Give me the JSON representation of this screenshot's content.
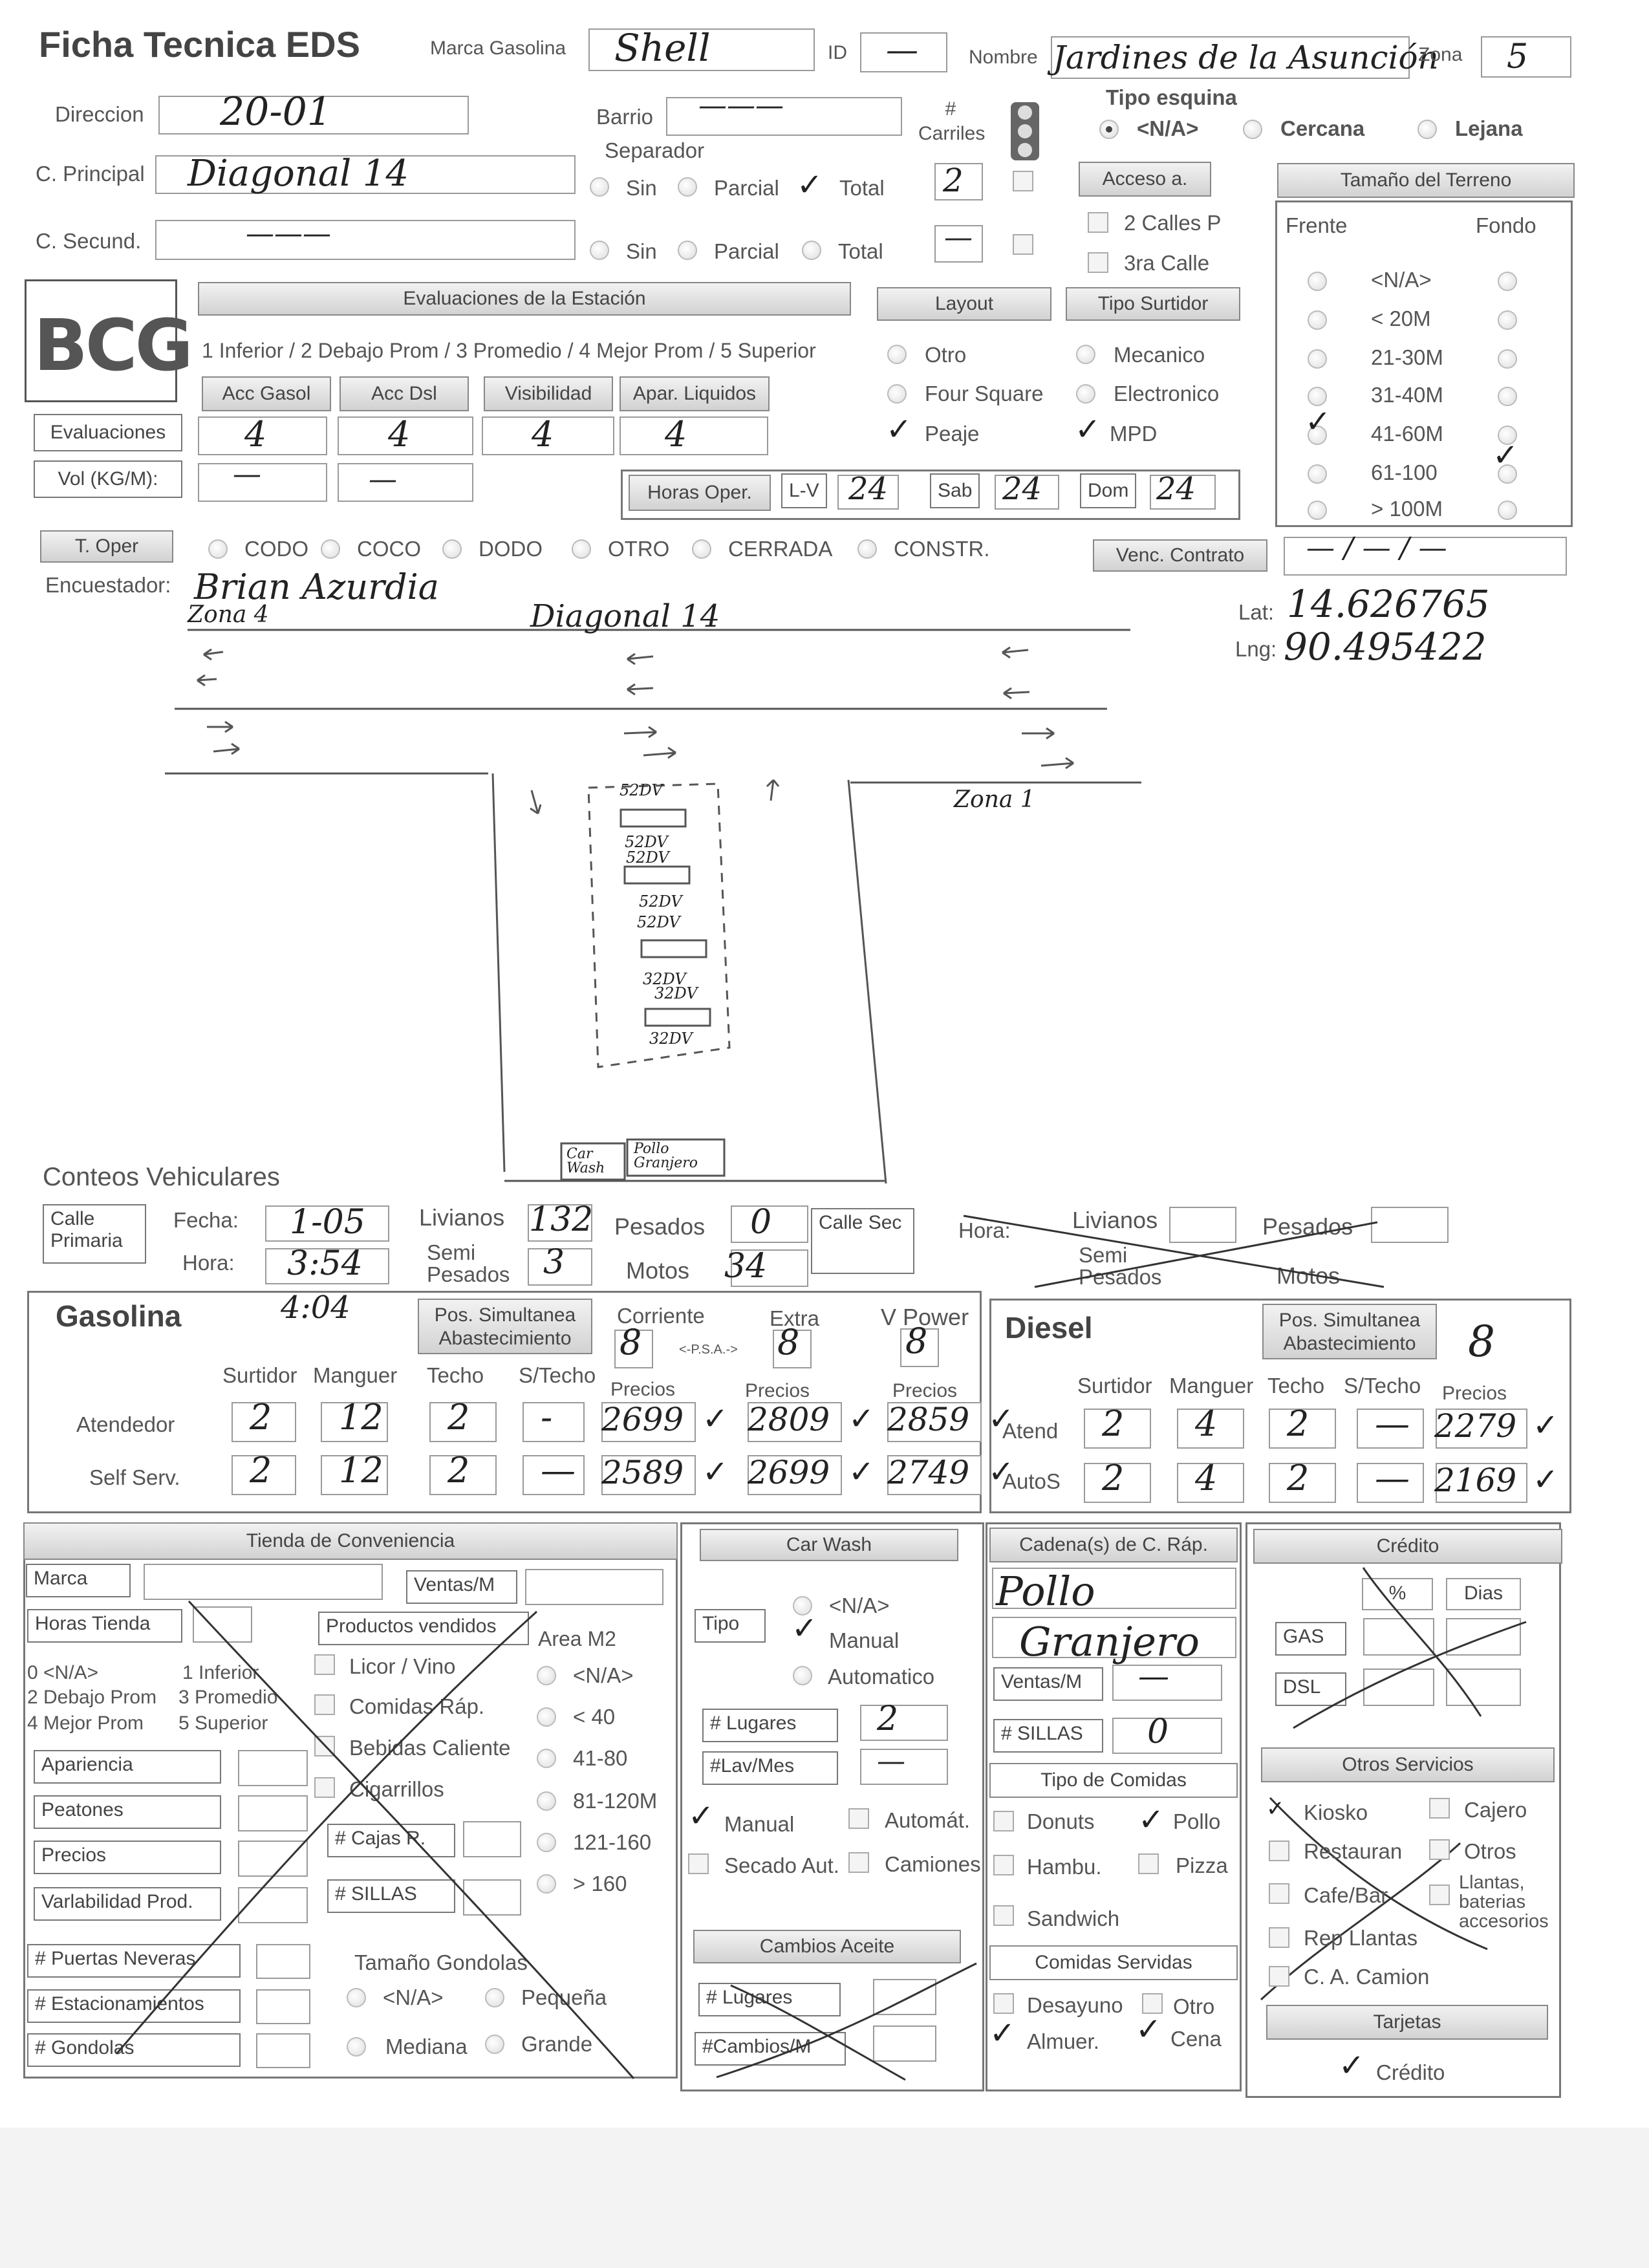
{
  "header": {
    "title": "Ficha Tecnica EDS",
    "marca_label": "Marca Gasolina",
    "marca_value": "Shell",
    "id_label": "ID",
    "id_value": "—",
    "nombre_label": "Nombre",
    "nombre_value": "Jardines de la Asunción",
    "zona_label": "Zona",
    "zona_value": "5"
  },
  "address": {
    "direccion_label": "Direccion",
    "direccion_value": "20-01",
    "barrio_label": "Barrio",
    "barrio_value": "———",
    "carriles_label": "# Carriles",
    "tipo_esquina_label": "Tipo esquina",
    "tipo_esquina_options": [
      "<N/A>",
      "Cercana",
      "Lejana"
    ],
    "separador_label": "Separador",
    "cprincipal_label": "C. Principal",
    "cprincipal_value": "Diagonal 14",
    "csecund_label": "C. Secund.",
    "csecund_value": "———",
    "sep_options": [
      "Sin",
      "Parcial",
      "Total"
    ],
    "carriles_principal": "2",
    "carriles_secund": "—",
    "acceso_label": "Acceso a.",
    "acceso_options": [
      "2 Calles P",
      "3ra Calle"
    ]
  },
  "terreno": {
    "title": "Tamaño del Terreno",
    "frente_label": "Frente",
    "fondo_label": "Fondo",
    "rows": [
      "<N/A>",
      "< 20M",
      "21-30M",
      "31-40M",
      "41-60M",
      "61-100",
      "> 100M"
    ]
  },
  "evaluaciones": {
    "logo": "BCG",
    "title": "Evaluaciones de la Estación",
    "scale": "1 Inferior / 2 Debajo Prom / 3 Promedio / 4 Mejor Prom / 5 Superior",
    "columns": [
      "Acc Gasol",
      "Acc Dsl",
      "Visibilidad",
      "Apar. Liquidos"
    ],
    "row_eval_label": "Evaluaciones",
    "row_eval_values": [
      "4",
      "4",
      "4",
      "4"
    ],
    "row_vol_label": "Vol (KG/M):",
    "row_vol_values": [
      "—",
      "—"
    ]
  },
  "layout": {
    "title": "Layout",
    "options": [
      "Otro",
      "Four Square",
      "Peaje"
    ],
    "surtidor_title": "Tipo Surtidor",
    "surtidor_options": [
      "Mecanico",
      "Electronico",
      "MPD"
    ]
  },
  "horas": {
    "label": "Horas Oper.",
    "lv_label": "L-V",
    "lv_value": "24",
    "sab_label": "Sab",
    "sab_value": "24",
    "dom_label": "Dom",
    "dom_value": "24"
  },
  "operacion": {
    "toper_label": "T. Oper",
    "options": [
      "CODO",
      "COCO",
      "DODO",
      "OTRO",
      "CERRADA",
      "CONSTR."
    ],
    "venc_label": "Venc. Contrato",
    "venc_value": "— / — / —",
    "encuestador_label": "Encuestador:",
    "encuestador_value": "Brian Azurdia",
    "lat_label": "Lat:",
    "lat_value": "14.626765",
    "lng_label": "Lng:",
    "lng_value": "90.495422"
  },
  "sketch": {
    "zona4": "Zona 4",
    "street": "Diagonal 14",
    "zona1": "Zona 1",
    "pumps": [
      "52DV",
      "52DV",
      "52DV",
      "52DV",
      "52DV",
      "32DV",
      "32DV",
      "32DV"
    ],
    "carwash": "Car Wash",
    "pollo": "Pollo Granjero"
  },
  "conteos": {
    "title": "Conteos Vehiculares",
    "calle_primaria": "Calle Primaria",
    "fecha_label": "Fecha:",
    "fecha_value": "1-05",
    "hora_label": "Hora:",
    "hora_value": "3:54",
    "livianos_label": "Livianos",
    "livianos_value": "132",
    "semipesados_label": "Semi Pesados",
    "semipesados_value": "3",
    "pesados_label": "Pesados",
    "pesados_value": "0",
    "motos_label": "Motos",
    "motos_value": "34",
    "calle_sec": "Calle Sec",
    "sec_hora_label": "Hora:",
    "sec_livianos_label": "Livianos",
    "sec_pesados_label": "Pesados",
    "sec_semi_label": "Semi Pesados",
    "sec_motos_label": "Motos"
  },
  "gasolina": {
    "title": "Gasolina",
    "end_time": "4:04",
    "pos_sim": "Pos. Simultanea Abastecimiento",
    "grades": [
      "Corriente",
      "Extra",
      "V Power"
    ],
    "grade_values": [
      "8",
      "8",
      "8"
    ],
    "psa": "<-P.S.A.->",
    "cols": [
      "Surtidor",
      "Manguer",
      "Techo",
      "S/Techo"
    ],
    "precios_label": "Precios",
    "atendedor_label": "Atendedor",
    "atendedor_values": [
      "2",
      "12",
      "2",
      "-"
    ],
    "atendedor_prices": [
      "2699",
      "2809",
      "2859"
    ],
    "self_label": "Self Serv.",
    "self_values": [
      "2",
      "12",
      "2",
      "—"
    ],
    "self_prices": [
      "2589",
      "2699",
      "2749"
    ]
  },
  "diesel": {
    "title": "Diesel",
    "pos_sim": "Pos. Simultanea Abastecimiento",
    "pos_value": "8",
    "cols": [
      "Surtidor",
      "Manguer",
      "Techo",
      "S/Techo"
    ],
    "precios_label": "Precios",
    "atend_label": "Atend",
    "atend_values": [
      "2",
      "4",
      "2",
      "—"
    ],
    "atend_price": "2279",
    "autos_label": "AutoS",
    "autos_values": [
      "2",
      "4",
      "2",
      "—"
    ],
    "autos_price": "2169"
  },
  "tienda": {
    "title": "Tienda de Conveniencia",
    "marca": "Marca",
    "ventas": "Ventas/M",
    "horas": "Horas Tienda",
    "productos": "Productos vendidos",
    "area": "Area M2",
    "scale_lines": [
      "0 <N/A>",
      "1 Inferior",
      "2 Debajo Prom",
      "3 Promedio",
      "4 Mejor Prom",
      "5 Superior"
    ],
    "productos_list": [
      "Licor / Vino",
      "Comidas Ráp.",
      "Bebidas Caliente",
      "Cigarrillos"
    ],
    "area_options": [
      "<N/A>",
      "< 40",
      "41-80",
      "81-120M",
      "121-160",
      "> 160"
    ],
    "eval_items": [
      "Apariencia",
      "Peatones",
      "Precios",
      "Varlabilidad Prod."
    ],
    "cajas": "# Cajas R.",
    "sillas": "# SILLAS",
    "puertas": "# Puertas Neveras",
    "estacionamientos": "# Estacionamientos",
    "gondolas": "# Gondolas",
    "tamano_gondolas": "Tamaño Gondolas",
    "gondola_options": [
      "<N/A>",
      "Pequeña",
      "Mediana",
      "Grande"
    ]
  },
  "carwash": {
    "title": "Car Wash",
    "tipo": "Tipo",
    "options": [
      "<N/A>",
      "Manual",
      "Automatico"
    ],
    "lugares_label": "# Lugares",
    "lugares_value": "2",
    "lav_label": "#Lav/Mes",
    "lav_value": "—",
    "manual": "Manual",
    "automat": "Automát.",
    "secado": "Secado Aut.",
    "camiones": "Camiones",
    "cambios_title": "Cambios Aceite",
    "cambios_lugares": "# Lugares",
    "cambios_mes": "#Cambios/M"
  },
  "cadena": {
    "title": "Cadena(s) de C. Ráp.",
    "name_line1": "Pollo",
    "name_line2": "Granjero",
    "ventas_label": "Ventas/M",
    "ventas_value": "—",
    "sillas_label": "# SILLAS",
    "sillas_value": "0",
    "tipo_title": "Tipo de Comidas",
    "tipos": [
      "Donuts",
      "Pollo",
      "Hambu.",
      "Pizza",
      "Sandwich"
    ],
    "servidas_title": "Comidas Servidas",
    "servidas": [
      "Desayuno",
      "Otro",
      "Almuer.",
      "Cena"
    ]
  },
  "credito": {
    "title": "Crédito",
    "pct": "%",
    "dias": "Dias",
    "gas": "GAS",
    "dsl": "DSL",
    "otros_title": "Otros Servicios",
    "otros": [
      "Kiosko",
      "Cajero",
      "Restauran",
      "Otros",
      "Cafe/Bar",
      "Llantas, baterias accesorios",
      "Rep Llantas",
      "C. A. Camion"
    ],
    "tarjetas_title": "Tarjetas",
    "tarjetas_value": "Crédito"
  }
}
